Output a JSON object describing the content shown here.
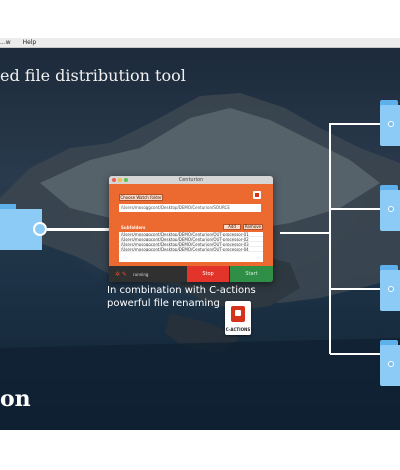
{
  "menubar": {
    "items": [
      "...w",
      "Help"
    ]
  },
  "hero": {
    "headline": "ed file distribution tool",
    "brand": "on"
  },
  "app": {
    "window_title": "Centurion",
    "choose_button": "Choose Watch folder",
    "watch_path": "/Users/mosoggcont/Desktop/DEMO/Centurion/SOURCE",
    "subfolders_label": "Subfolders",
    "add_button": "Add",
    "remove_button": "Remove",
    "subfolders": [
      "/Users/mosoggcont/Desktop/DEMO/Centurion/OUT-processor-01",
      "/Users/mosoggcont/Desktop/DEMO/Centurion/OUT-processor-02",
      "/Users/mosoggcont/Desktop/DEMO/Centurion/OUT-processor-03",
      "/Users/mosoggcont/Desktop/DEMO/Centurion/OUT-processor-04"
    ],
    "status_text": "running",
    "stop_button": "Stop",
    "start_button": "Start"
  },
  "promo": {
    "line1": "In combination with C-actions",
    "line2": "powerful file renaming",
    "c_actions_label": "C-ACTIONS"
  },
  "colors": {
    "app_orange": "#ec6a30",
    "stop_red": "#e2342a",
    "start_green": "#2f8f47",
    "folder_blue": "#8ccbf6"
  }
}
